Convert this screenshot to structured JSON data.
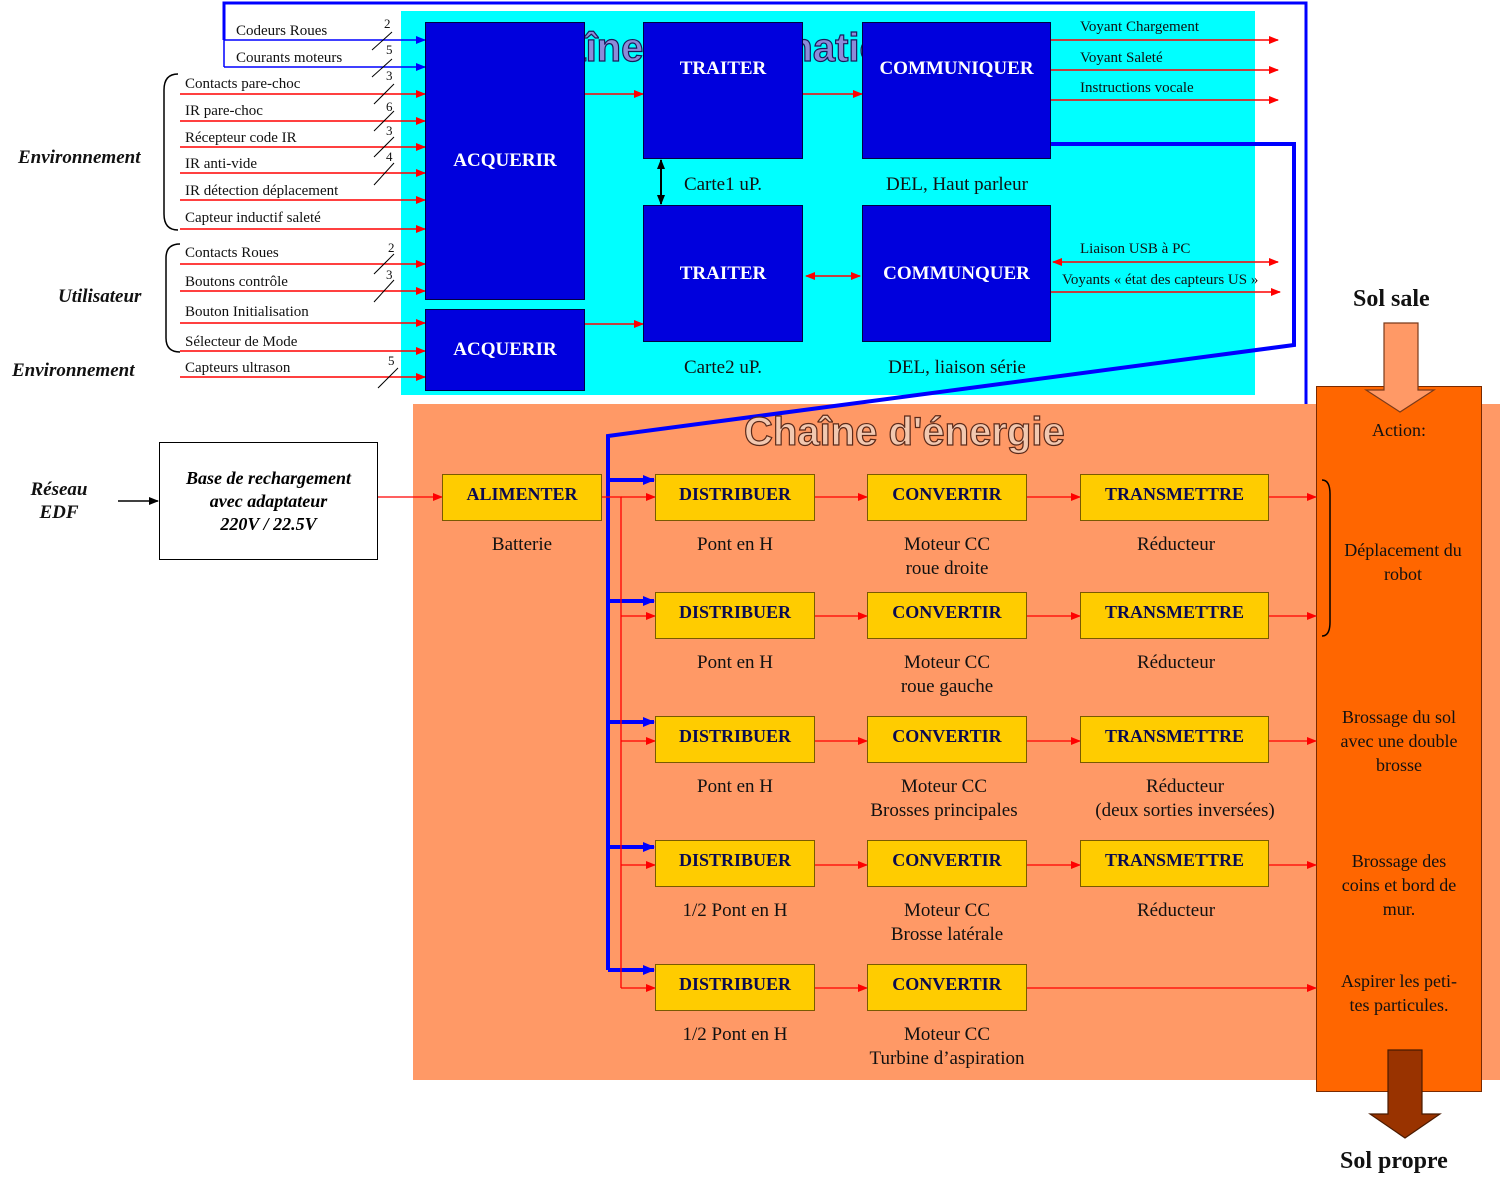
{
  "titles": {
    "information": "Chaîne d'information",
    "energie": "Chaîne d'énergie"
  },
  "groups": {
    "env1": "Environnement",
    "user": "Utilisateur",
    "env2": "Environnement"
  },
  "inputs": [
    {
      "label": "Codeurs Roues",
      "count": "2"
    },
    {
      "label": "Courants moteurs",
      "count": "5"
    },
    {
      "label": "Contacts pare-choc",
      "count": "3"
    },
    {
      "label": "IR pare-choc",
      "count": "6"
    },
    {
      "label": "Récepteur code IR",
      "count": "3"
    },
    {
      "label": "IR anti-vide",
      "count": "4"
    },
    {
      "label": "IR détection déplacement",
      "count": ""
    },
    {
      "label": "Capteur inductif saleté",
      "count": ""
    },
    {
      "label": "Contacts Roues",
      "count": "2"
    },
    {
      "label": "Boutons contrôle",
      "count": "3"
    },
    {
      "label": "Bouton Initialisation",
      "count": ""
    },
    {
      "label": "Sélecteur de Mode",
      "count": ""
    },
    {
      "label": "Capteurs ultrason",
      "count": "5"
    }
  ],
  "info_blocks": {
    "acquerir1": "ACQUERIR",
    "acquerir2": "ACQUERIR",
    "traiter1": "TRAITER",
    "traiter2": "TRAITER",
    "communiquer1": "COMMUNIQUER",
    "communiquer2": "COMMUNQUER"
  },
  "info_labels": {
    "carte1": "Carte1 uP.",
    "carte2": "Carte2 uP.",
    "del1": "DEL, Haut parleur",
    "del2": "DEL, liaison série"
  },
  "outputs": {
    "o1": "Voyant Chargement",
    "o2": "Voyant Saleté",
    "o3": "Instructions vocale",
    "o4": "Liaison USB à PC",
    "o5": "Voyants « état des capteurs US »"
  },
  "reseau": {
    "line1": "Réseau",
    "line2": "EDF"
  },
  "base": {
    "line1": "Base de rechargement",
    "line2": "avec adaptateur",
    "line3": "220V / 22.5V"
  },
  "alimenter": {
    "block": "ALIMENTER",
    "label": "Batterie"
  },
  "rows": [
    {
      "distribuer": "DISTRIBUER",
      "convertir": "CONVERTIR",
      "transmettre": "TRANSMETTRE",
      "dist_label": "Pont en H",
      "conv_label1": "Moteur CC",
      "conv_label2": "roue droite",
      "trans_label1": "Réducteur",
      "trans_label2": ""
    },
    {
      "distribuer": "DISTRIBUER",
      "convertir": "CONVERTIR",
      "transmettre": "TRANSMETTRE",
      "dist_label": "Pont en H",
      "conv_label1": "Moteur CC",
      "conv_label2": "roue gauche",
      "trans_label1": "Réducteur",
      "trans_label2": ""
    },
    {
      "distribuer": "DISTRIBUER",
      "convertir": "CONVERTIR",
      "transmettre": "TRANSMETTRE",
      "dist_label": "Pont en H",
      "conv_label1": "Moteur CC",
      "conv_label2": "Brosses principales",
      "trans_label1": "Réducteur",
      "trans_label2": "(deux sorties inversées)"
    },
    {
      "distribuer": "DISTRIBUER",
      "convertir": "CONVERTIR",
      "transmettre": "TRANSMETTRE",
      "dist_label": "1/2 Pont en H",
      "conv_label1": "Moteur CC",
      "conv_label2": "Brosse latérale",
      "trans_label1": "Réducteur",
      "trans_label2": ""
    },
    {
      "distribuer": "DISTRIBUER",
      "convertir": "CONVERTIR",
      "transmettre": "",
      "dist_label": "1/2 Pont en H",
      "conv_label1": "Moteur CC",
      "conv_label2": "Turbine d’aspiration",
      "trans_label1": "",
      "trans_label2": ""
    }
  ],
  "action": {
    "title": "Action:",
    "a1": [
      "Déplacement du",
      "robot"
    ],
    "a2": [
      "Brossage du sol",
      "avec une double",
      "brosse"
    ],
    "a3": [
      "Brossage des",
      "coins et bord de",
      "mur."
    ],
    "a4": [
      "Aspirer les peti-",
      "tes particules."
    ]
  },
  "sol": {
    "sale": "Sol sale",
    "propre": "Sol propre"
  },
  "colors": {
    "cyan": "#00ffff",
    "orange_bg": "#ff9966",
    "orange_col": "#ff6600",
    "blue_block": "#0000dd",
    "yellow_block": "#ffcc00",
    "red_arrow": "#ff0000",
    "blue_link": "#0000ff"
  }
}
